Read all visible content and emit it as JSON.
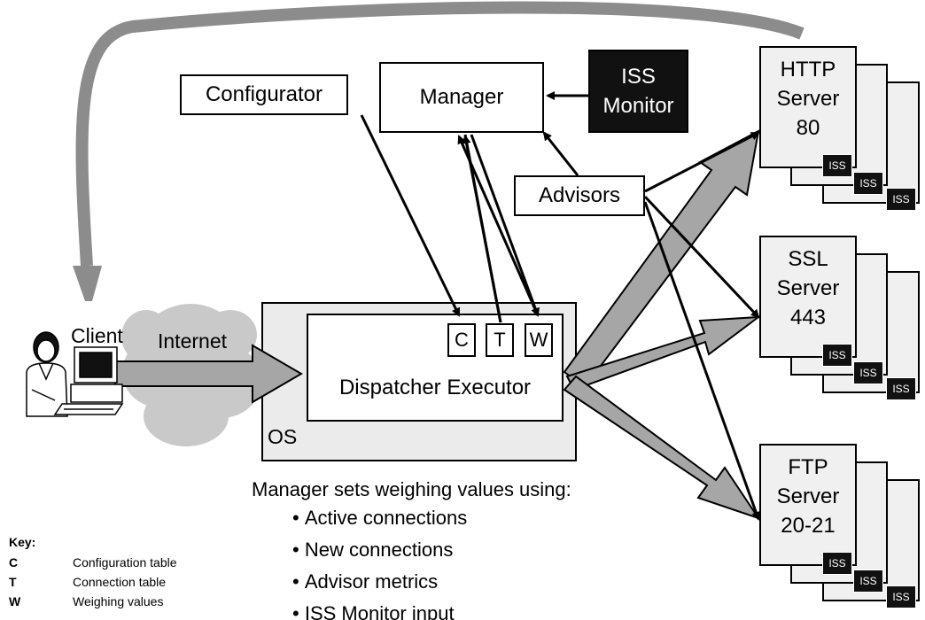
{
  "configurator": "Configurator",
  "manager": "Manager",
  "iss_monitor": "ISS Monitor",
  "advisors": "Advisors",
  "client": "Client",
  "internet": "Internet",
  "os": "OS",
  "dispatcher": "Dispatcher Executor",
  "tables": [
    "C",
    "T",
    "W"
  ],
  "servers": [
    {
      "lines": [
        "HTTP",
        "Server",
        "80"
      ]
    },
    {
      "lines": [
        "SSL",
        "Server",
        "443"
      ]
    },
    {
      "lines": [
        "FTP",
        "Server",
        "20-21"
      ]
    }
  ],
  "iss_badge": "ISS",
  "manager_note": {
    "heading": "Manager sets weighing values using:",
    "items": [
      "Active connections",
      "New connections",
      "Advisor metrics",
      "ISS Monitor input"
    ]
  },
  "key": {
    "title": "Key:",
    "entries": [
      {
        "code": "C",
        "desc": "Configuration table"
      },
      {
        "code": "T",
        "desc": "Connection table"
      },
      {
        "code": "W",
        "desc": "Weighing values"
      }
    ]
  },
  "colors": {
    "arrow_fill": "#a6a6a6",
    "cloud": "#c9c9c9",
    "os_fill": "#ebebeb",
    "monitor_fill": "#111111",
    "server_fill": "#f0f0f0"
  }
}
